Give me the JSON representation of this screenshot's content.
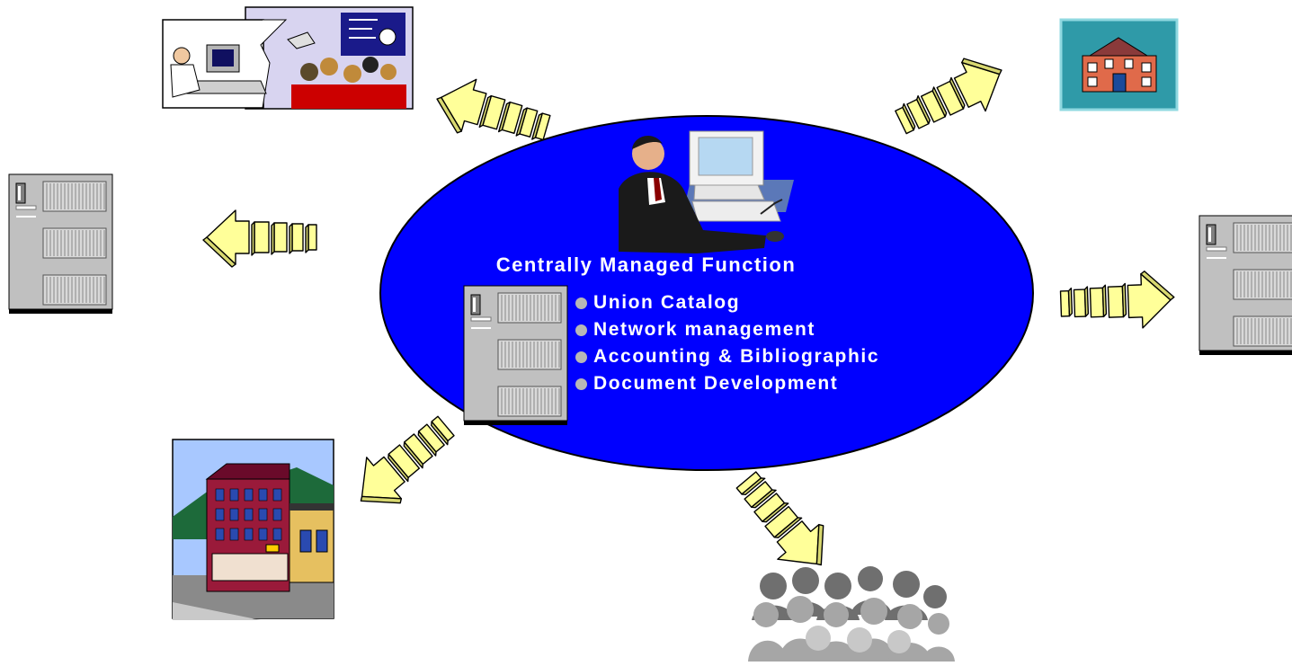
{
  "diagram": {
    "center_title": "Centrally Managed Function",
    "functions": [
      "Union Catalog",
      "Network management",
      "Accounting & Bibliographic",
      "Document Development"
    ]
  },
  "colors": {
    "hub": "#0000ff",
    "arrow_fill": "#ffff99",
    "arrow_stroke": "#000000",
    "server_body": "#c0c0c0"
  },
  "icons": [
    "computer-user-icon",
    "server-icon",
    "conference-room-icon",
    "house-icon",
    "building-icon",
    "crowd-icon",
    "arrow-icon"
  ]
}
